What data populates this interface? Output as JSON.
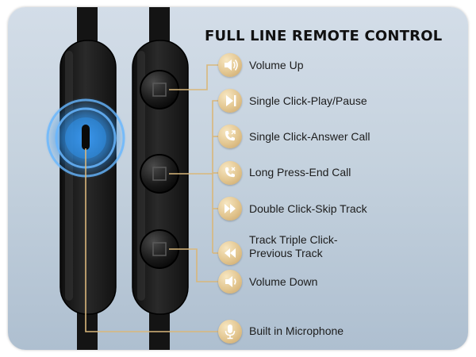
{
  "title": "FULL LINE REMOTE CONTROL",
  "features": [
    {
      "label": "Volume Up",
      "icon": "volume-up-icon"
    },
    {
      "label": "Single Click-Play/Pause",
      "icon": "play-pause-icon"
    },
    {
      "label": "Single Click-Answer Call",
      "icon": "phone-answer-icon"
    },
    {
      "label": "Long Press-End Call",
      "icon": "phone-end-icon"
    },
    {
      "label": "Double Click-Skip Track",
      "icon": "fast-forward-icon"
    },
    {
      "label_line1": "Track Triple Click-",
      "label_line2": "Previous Track",
      "icon": "rewind-icon"
    },
    {
      "label": "Volume Down",
      "icon": "volume-down-icon"
    },
    {
      "label": "Built in Microphone",
      "icon": "microphone-icon"
    }
  ],
  "colors": {
    "background_top": "#d3dde8",
    "background_bottom": "#aebfd0",
    "accent_gold": "#d9b77b",
    "remote_body": "#1e1e1e",
    "mic_glow": "#2f8fe6"
  }
}
